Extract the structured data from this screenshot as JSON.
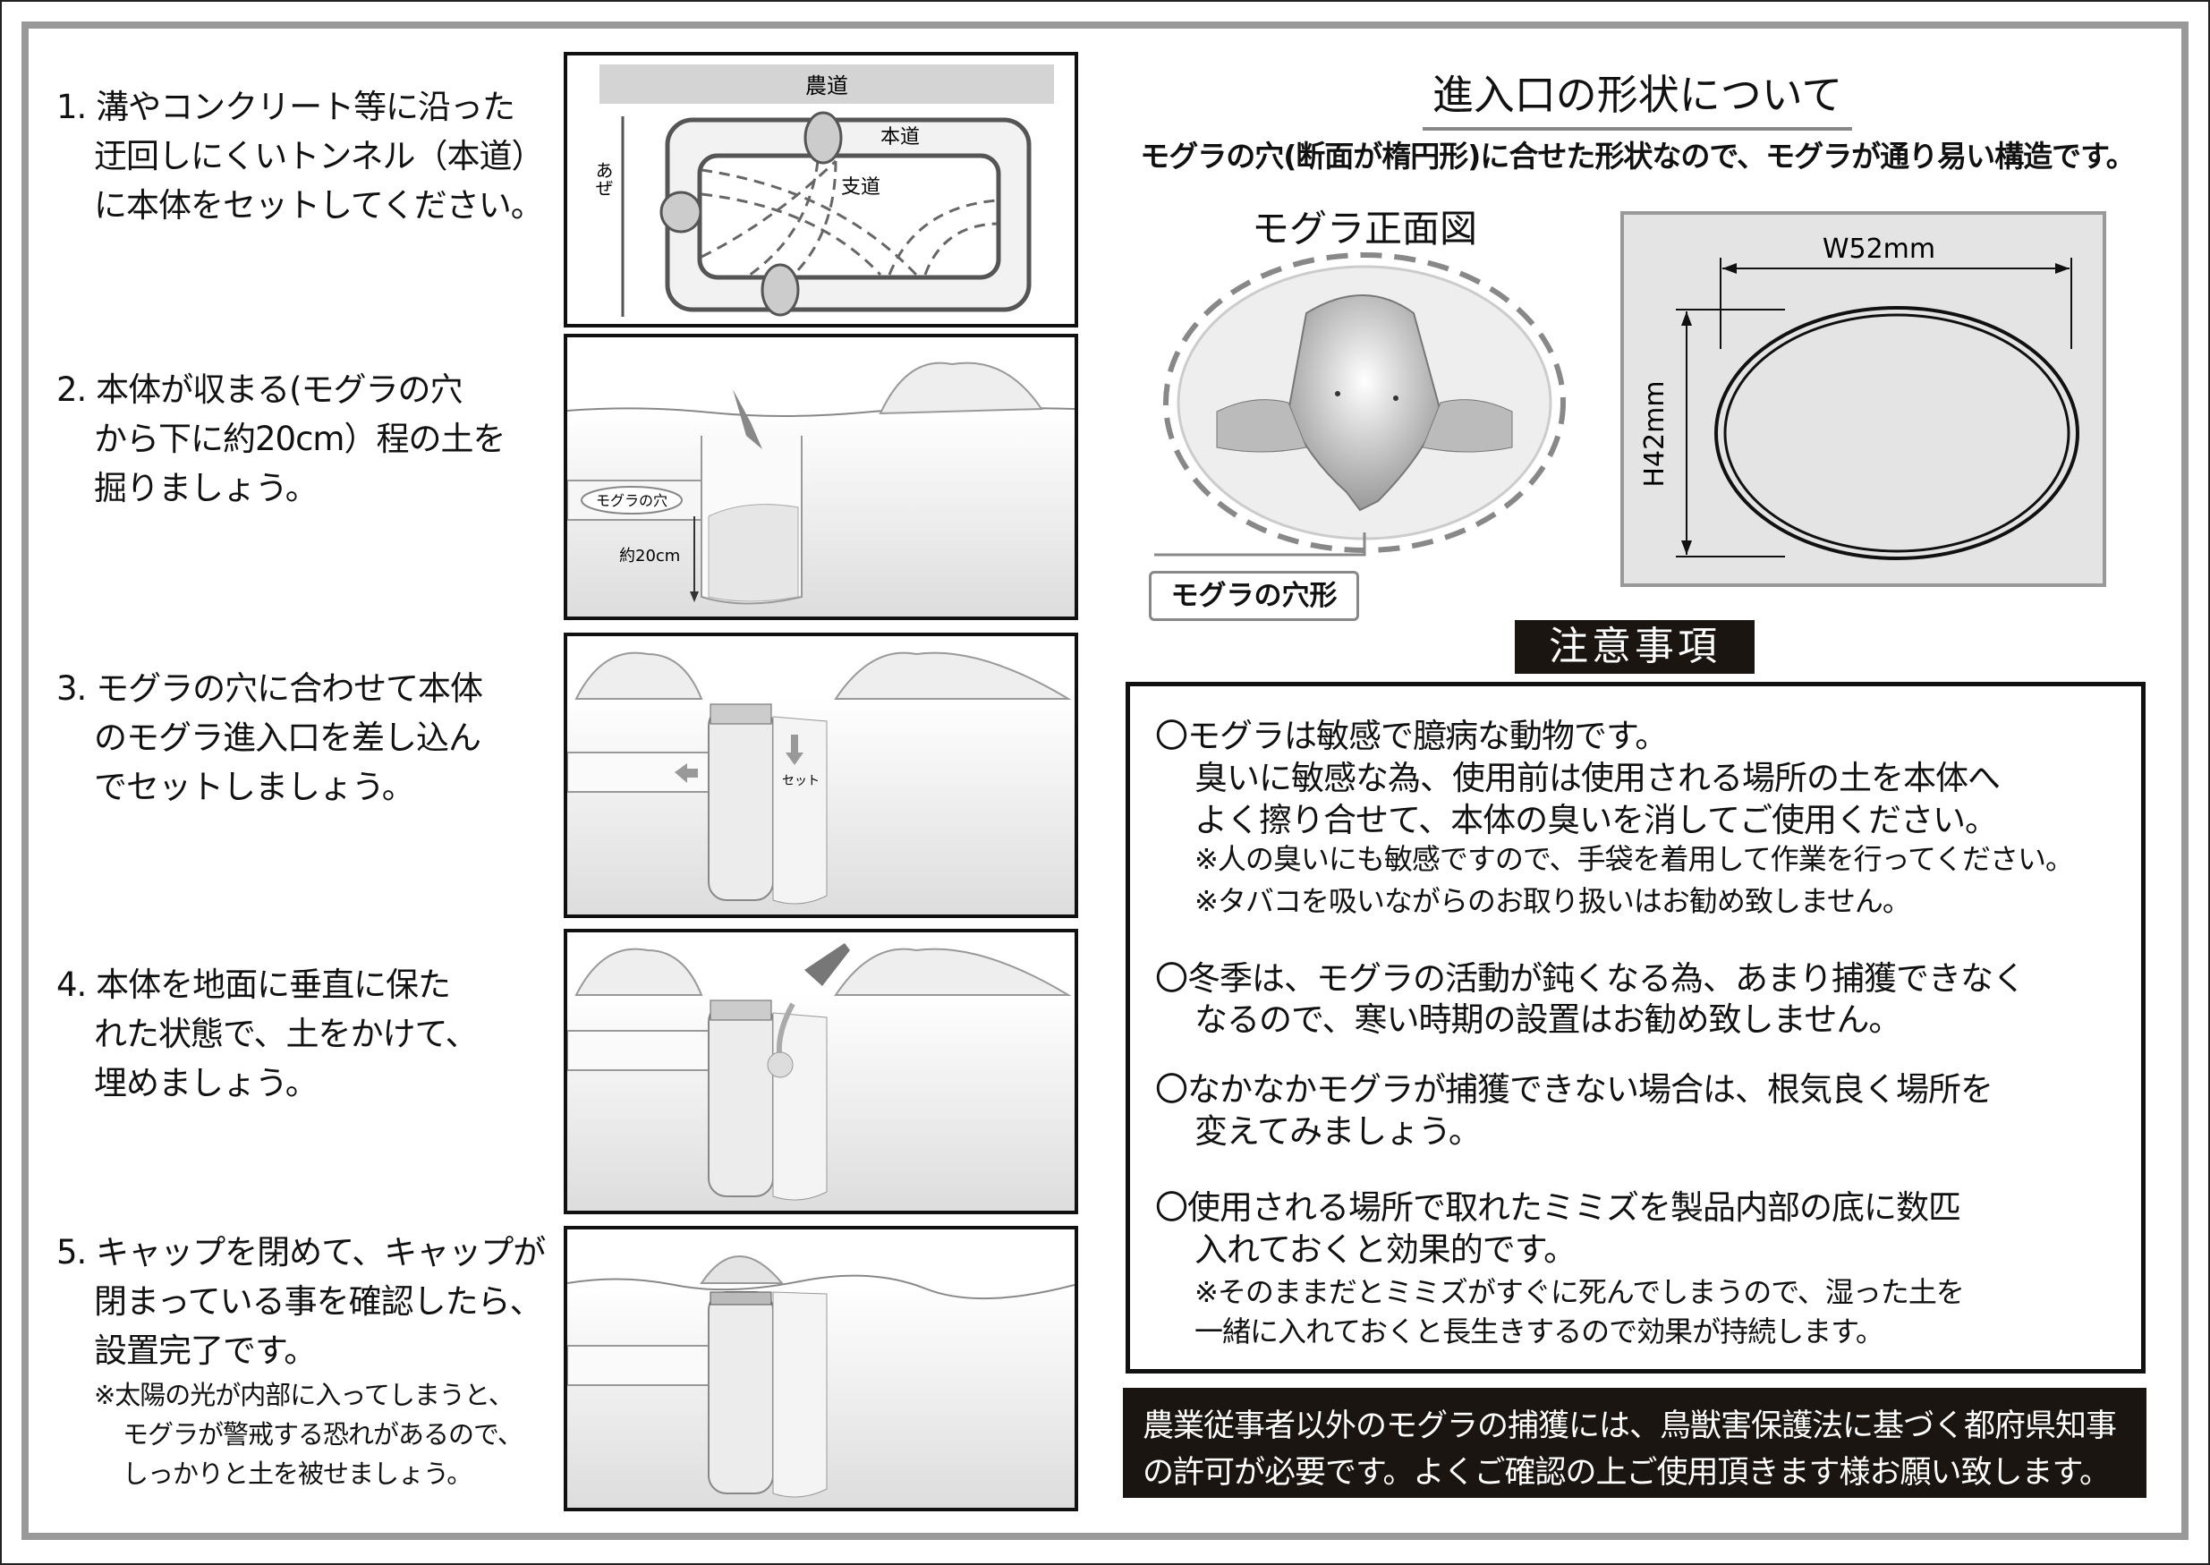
{
  "steps": [
    {
      "lines": [
        "1. 溝やコンクリート等に沿った",
        "迂回しにくいトンネル（本道）",
        "に本体をセットしてください。"
      ]
    },
    {
      "lines": [
        "2. 本体が収まる(モグラの穴",
        "から下に約20cm）程の土を",
        "掘りましょう。"
      ]
    },
    {
      "lines": [
        "3. モグラの穴に合わせて本体",
        "のモグラ進入口を差し込ん",
        "でセットしましょう。"
      ]
    },
    {
      "lines": [
        "4. 本体を地面に垂直に保た",
        "れた状態で、土をかけて、",
        "埋めましょう。"
      ]
    },
    {
      "lines": [
        "5. キャップを閉めて、キャップが",
        "閉まっている事を確認したら、",
        "設置完了です。"
      ],
      "note": [
        "※太陽の光が内部に入ってしまうと、",
        "モグラが警戒する恐れがあるので、",
        "しっかりと土を被せましょう。"
      ]
    }
  ],
  "illustrations": {
    "map": {
      "farm_road": "農道",
      "main_tunnel": "本道",
      "branch_tunnel": "支道",
      "ridge": "あぜ"
    },
    "dig": {
      "mole_hole": "モグラの穴",
      "depth": "約20cm"
    },
    "set": {
      "set_label": "セット"
    }
  },
  "entrance": {
    "title": "進入口の形状について",
    "description": "モグラの穴(断面が楕円形)に合せた形状なので、モグラが通り易い構造です。",
    "front_view_title": "モグラ正面図",
    "hole_shape_label": "モグラの穴形",
    "width_label": "W52mm",
    "height_label": "H42mm"
  },
  "caution": {
    "label": "注意事項",
    "notes": [
      {
        "main": [
          "〇モグラは敏感で臆病な動物です。",
          "臭いに敏感な為、使用前は使用される場所の土を本体へ",
          "よく擦り合せて、本体の臭いを消してご使用ください。"
        ],
        "sub": [
          "※人の臭いにも敏感ですので、手袋を着用して作業を行ってください。",
          "※タバコを吸いながらのお取り扱いはお勧め致しません。"
        ]
      },
      {
        "main": [
          "〇冬季は、モグラの活動が鈍くなる為、あまり捕獲できなく",
          "なるので、寒い時期の設置はお勧め致しません。"
        ]
      },
      {
        "main": [
          "〇なかなかモグラが捕獲できない場合は、根気良く場所を",
          "変えてみましょう。"
        ]
      },
      {
        "main": [
          "〇使用される場所で取れたミミズを製品内部の底に数匹",
          "入れておくと効果的です。"
        ],
        "sub": [
          "※そのままだとミミズがすぐに死んでしまうので、湿った土を",
          "一緒に入れておくと長生きするので効果が持続します。"
        ]
      }
    ]
  },
  "legal": {
    "lines": [
      "農業従事者以外のモグラの捕獲には、鳥獣害保護法に基づく都府県知事",
      "の許可が必要です。よくご確認の上ご使用頂きます様お願い致します。"
    ]
  },
  "colors": {
    "frame": "#999999",
    "dark_box": "#1a1510",
    "diagram_bg": "#e4e4e4"
  }
}
